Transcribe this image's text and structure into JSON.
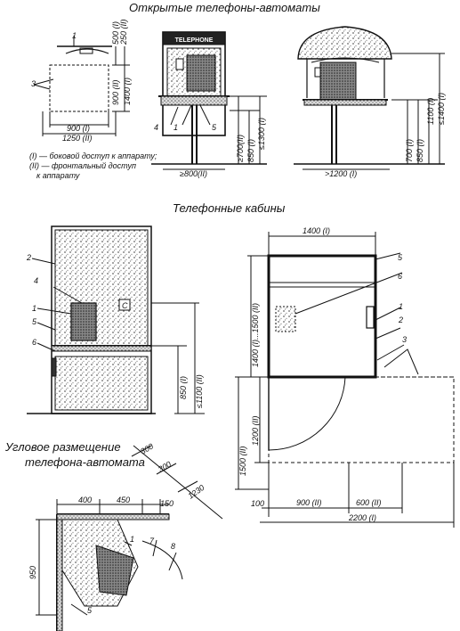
{
  "headings": {
    "open_phones": "Открытые телефоны-автоматы",
    "booths": "Телефонные кабины",
    "corner": "Угловое размещение",
    "corner2": "телефона-автомата"
  },
  "legend": {
    "side": "(I) — боковой доступ к аппарату;",
    "front": "(II) — фронтальный доступ",
    "front2": "к аппарату"
  },
  "sign": "TELEPHONE",
  "dims": {
    "d500": "500 (I)",
    "d250": "250 (II)",
    "d900a": "900 (II)",
    "d1400a": "1400 (I)",
    "d900b": "900 (I)",
    "d1250": "1250 (II)",
    "d700a": "≥700(II)",
    "d850a": "850 (I)",
    "d1300": "≤1300 (I)",
    "d800": "≥800(II)",
    "d700b": "700 (I)",
    "d850b": "850 (I)",
    "d1100a": "1100 (I)",
    "d1400b": "≤1400 (I)",
    "d1200a": ">1200 (I)",
    "d850c": "850 (I)",
    "d1100b": "≤1100 (II)",
    "d1400c": "1400 (I)",
    "d1400d": "1400 (I)...1500 (II)",
    "d1500": "1500 (II)",
    "d1200b": "1200 (II)",
    "d100": "100",
    "d900c": "900 (II)",
    "d600": "600 (II)",
    "d2200": "2200 (I)",
    "c400": "400",
    "c450": "450",
    "c150": "150",
    "c300a": "300",
    "c300b": "300",
    "c1230": "1230",
    "c950": "950"
  },
  "labels": {
    "n1": "1",
    "n2": "2",
    "n3": "3",
    "n4": "4",
    "n5": "5",
    "n6": "6",
    "n7": "7",
    "n8": "8",
    "box_c": "C"
  }
}
